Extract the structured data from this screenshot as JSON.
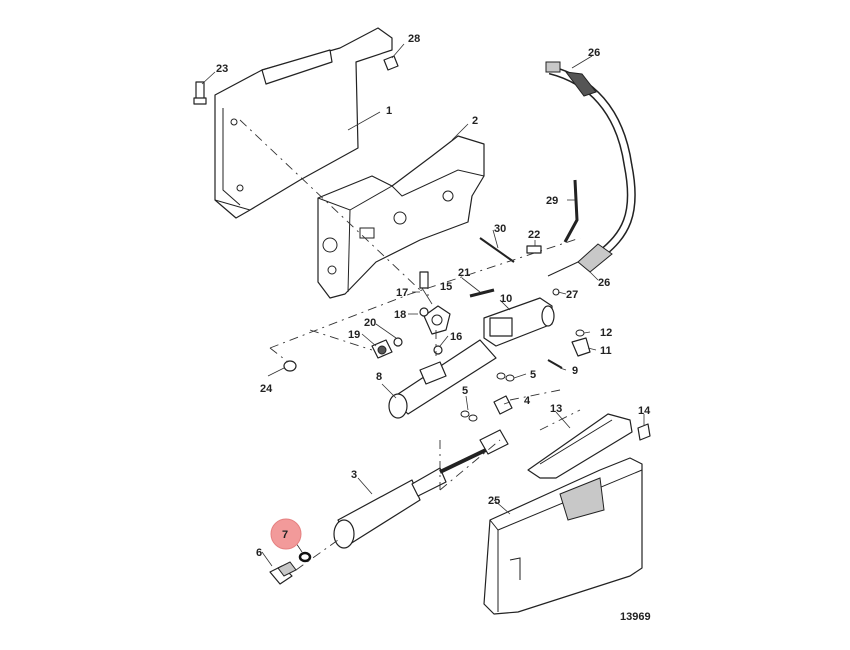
{
  "diagram_id": "13969",
  "highlight": {
    "label": "7",
    "color": "#f29a9a"
  },
  "callouts": {
    "c1": "1",
    "c2": "2",
    "c3": "3",
    "c4": "4",
    "c5a": "5",
    "c5b": "5",
    "c6": "6",
    "c8": "8",
    "c9": "9",
    "c10": "10",
    "c11": "11",
    "c12": "12",
    "c13": "13",
    "c14": "14",
    "c15": "15",
    "c16": "16",
    "c17": "17",
    "c18": "18",
    "c19": "19",
    "c20": "20",
    "c21": "21",
    "c22": "22",
    "c23": "23",
    "c24": "24",
    "c25": "25",
    "c26a": "26",
    "c26b": "26",
    "c27": "27",
    "c28": "28",
    "c29": "29",
    "c30": "30"
  }
}
